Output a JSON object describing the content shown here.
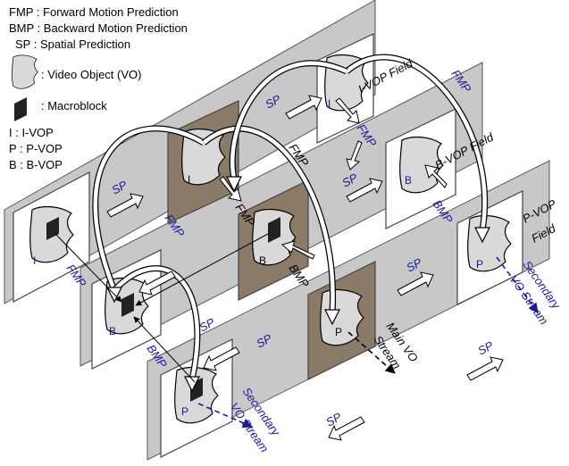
{
  "legend": {
    "fmp": "FMP : Forward Motion Prediction",
    "bmp": "BMP : Backward Motion Prediction",
    "sp": "SP : Spatial Prediction",
    "vo": ": Video Object (VO)",
    "macroblock": ": Macroblock",
    "ivop": "I : I-VOP",
    "pvop": "P : P-VOP",
    "bvop": "B : B-VOP"
  },
  "fields": {
    "i_vop": "I-VOP Field",
    "b_vop": "B-VOP Field",
    "p_vop_1": "P-VOP",
    "p_vop_2": "Field"
  },
  "letters": {
    "i": "I",
    "b": "B",
    "p": "P"
  },
  "arrows": {
    "sp": "SP",
    "fmp": "FMP",
    "bmp": "BMP"
  },
  "streams": {
    "secondary_1": "Secondary",
    "secondary_2": "VO Stream",
    "main_1": "Main VO",
    "main_2": "Stream"
  },
  "colors": {
    "plane": "#c8c8c8",
    "brown": "#8a7a66",
    "vo_fill": "#d9d9d9",
    "blue_text": "#1a1a9e",
    "stream_arrow": "#1a1a9e"
  }
}
